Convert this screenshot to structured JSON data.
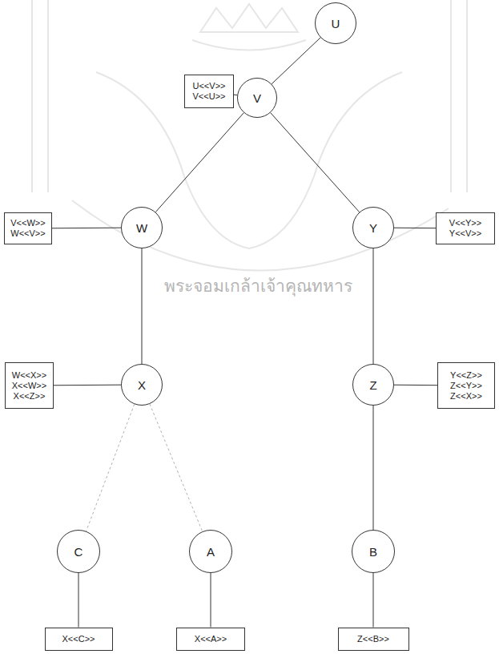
{
  "diagram": {
    "nodes": [
      {
        "text": [
          "U"
        ]
      },
      {
        "text": [
          "U<<V>>",
          "V<<U>>"
        ]
      },
      {
        "text": [
          "V"
        ]
      },
      {
        "text": [
          "V<<W>>",
          "W<<V>>"
        ]
      },
      {
        "text": [
          "W"
        ]
      },
      {
        "text": [
          "Y"
        ]
      },
      {
        "text": [
          "V<<Y>>",
          "Y<<V>>"
        ]
      },
      {
        "text": [
          "W<<X>>",
          "X<<W>>",
          "X<<Z>>"
        ]
      },
      {
        "text": [
          "X"
        ]
      },
      {
        "text": [
          "Z"
        ]
      },
      {
        "text": [
          "Y<<Z>>",
          "Z<<Y>>",
          "Z<<X>>"
        ]
      },
      {
        "text": [
          "C"
        ]
      },
      {
        "text": [
          "A"
        ]
      },
      {
        "text": [
          "B"
        ]
      },
      {
        "text": [
          "X<<C>>"
        ]
      },
      {
        "text": [
          "X<<A>>"
        ]
      },
      {
        "text": [
          "Z<<B>>"
        ]
      }
    ],
    "edges": [
      {
        "from": 0,
        "to": 2,
        "arrow": "none"
      },
      {
        "from": 1,
        "to": 2,
        "arrow": "none"
      },
      {
        "from": 2,
        "to": 4,
        "arrow": "none"
      },
      {
        "from": 2,
        "to": 5,
        "arrow": "none"
      },
      {
        "from": 3,
        "to": 4,
        "arrow": "none"
      },
      {
        "from": 5,
        "to": 6,
        "arrow": "none"
      },
      {
        "from": 7,
        "to": 8,
        "arrow": "none"
      },
      {
        "from": 9,
        "to": 10,
        "arrow": "none"
      },
      {
        "from": 4,
        "to": 8,
        "arrow": "none"
      },
      {
        "from": 5,
        "to": 9,
        "arrow": "none"
      },
      {
        "from": 8,
        "to": 11,
        "arrow": "none"
      },
      {
        "from": 8,
        "to": 12,
        "arrow": "none"
      },
      {
        "from": 9,
        "to": 13,
        "arrow": "none"
      },
      {
        "from": 11,
        "to": 14,
        "arrow": "none"
      },
      {
        "from": 12,
        "to": 15,
        "arrow": "none"
      },
      {
        "from": 13,
        "to": 16,
        "arrow": "none"
      }
    ],
    "labels": [
      "พระจอมเกล้าเจ้าคุณทหาร"
    ]
  }
}
